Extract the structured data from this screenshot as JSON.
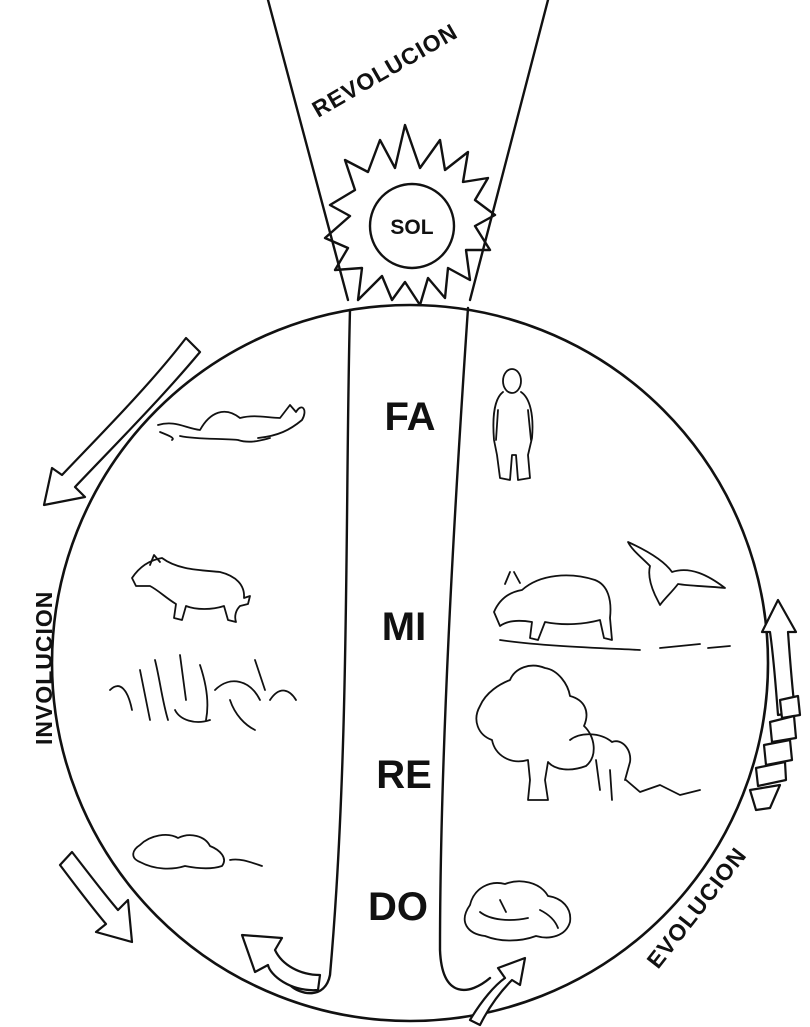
{
  "labels": {
    "top": "REVOLUCION",
    "left": "INVOLUCION",
    "right": "EVOLUCION",
    "sun": "SOL"
  },
  "notes": [
    "FA",
    "MI",
    "RE",
    "DO"
  ]
}
